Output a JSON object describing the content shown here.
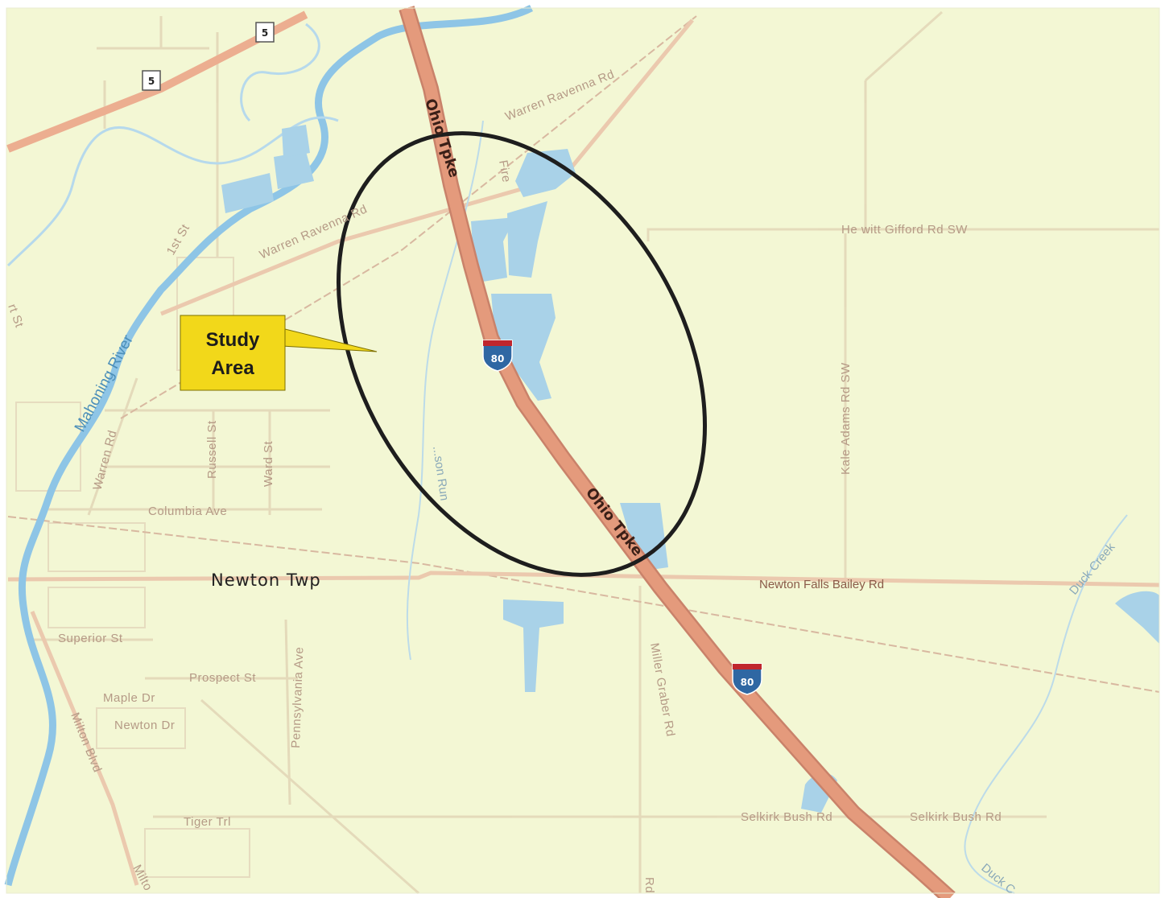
{
  "colors": {
    "land": "#f3f7d4",
    "road": "#e9cdb0",
    "highway": "#e49a7c",
    "water": "#a9d2e8",
    "river": "#8ec5e6",
    "ellipse": "#1e1e1e",
    "callout_fill": "#f2d81a"
  },
  "callout": {
    "line1": "Study",
    "line2": "Area"
  },
  "place": {
    "township": "Newton Twp"
  },
  "highway": {
    "label_north": "Ohio Tpke",
    "label_south": "Ohio Tpke",
    "interstate_number": "80",
    "state_route_number": "5"
  },
  "roads": {
    "warren_ravenna_ne": "Warren Ravenna Rd",
    "warren_ravenna_w": "Warren Ravenna Rd",
    "hewitt_gifford": "He witt Gifford Rd SW",
    "kale_adams": "Kale Adams Rd SW",
    "newton_falls_bailey": "Newton Falls Bailey Rd",
    "selkirk_bush_w": "Selkirk Bush Rd",
    "selkirk_bush_e": "Selkirk Bush Rd",
    "miller_graber": "Miller Graber Rd",
    "warren_rd": "Warren Rd",
    "russell": "Russell St",
    "ward": "Ward St",
    "columbia": "Columbia Ave",
    "superior": "Superior St",
    "prospect": "Prospect St",
    "maple": "Maple Dr",
    "newton_dr": "Newton Dr",
    "pennsylvania": "Pennsylvania Ave",
    "milton_blvd": "Milton Blvd",
    "tiger": "Tiger Trl",
    "first_st": "1st St",
    "fire": "Fire",
    "st_w": "rt St",
    "rd_s": "Rd",
    "milto": "Milto"
  },
  "water": {
    "river": "Mahoning River",
    "duck_creek_n": "Duck Creek",
    "duck_creek_s": "Duck C",
    "run": "...son Run"
  }
}
